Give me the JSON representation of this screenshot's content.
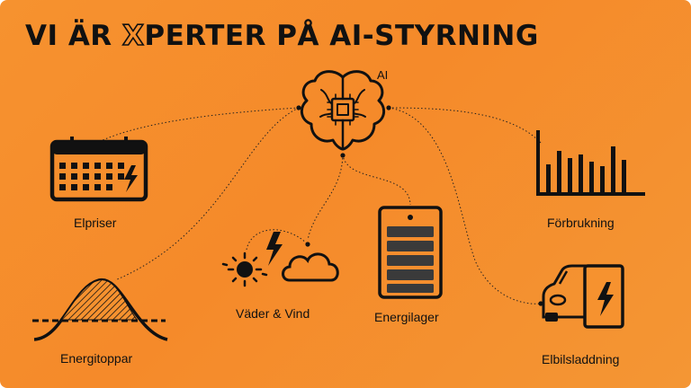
{
  "title": {
    "part1": "VI ÄR ",
    "x_letter": "X",
    "part2": "PERTER PÅ AI-STYRNING"
  },
  "nodes": {
    "ai": "AI",
    "elpriser": "Elpriser",
    "energitoppar": "Energitoppar",
    "vader_vind": "Väder & Vind",
    "energilager": "Energilager",
    "forbrukning": "Förbrukning",
    "elbilsladdning": "Elbilsladdning"
  },
  "colors": {
    "background": "#f6922f",
    "ink": "#111111",
    "icon_fill": "#3a3a3a"
  },
  "icons": [
    "brain-chip-icon",
    "calendar-bolt-icon",
    "bell-curve-icon",
    "sun-cloud-bolt-icon",
    "battery-icon",
    "bar-chart-icon",
    "ev-charger-icon"
  ]
}
